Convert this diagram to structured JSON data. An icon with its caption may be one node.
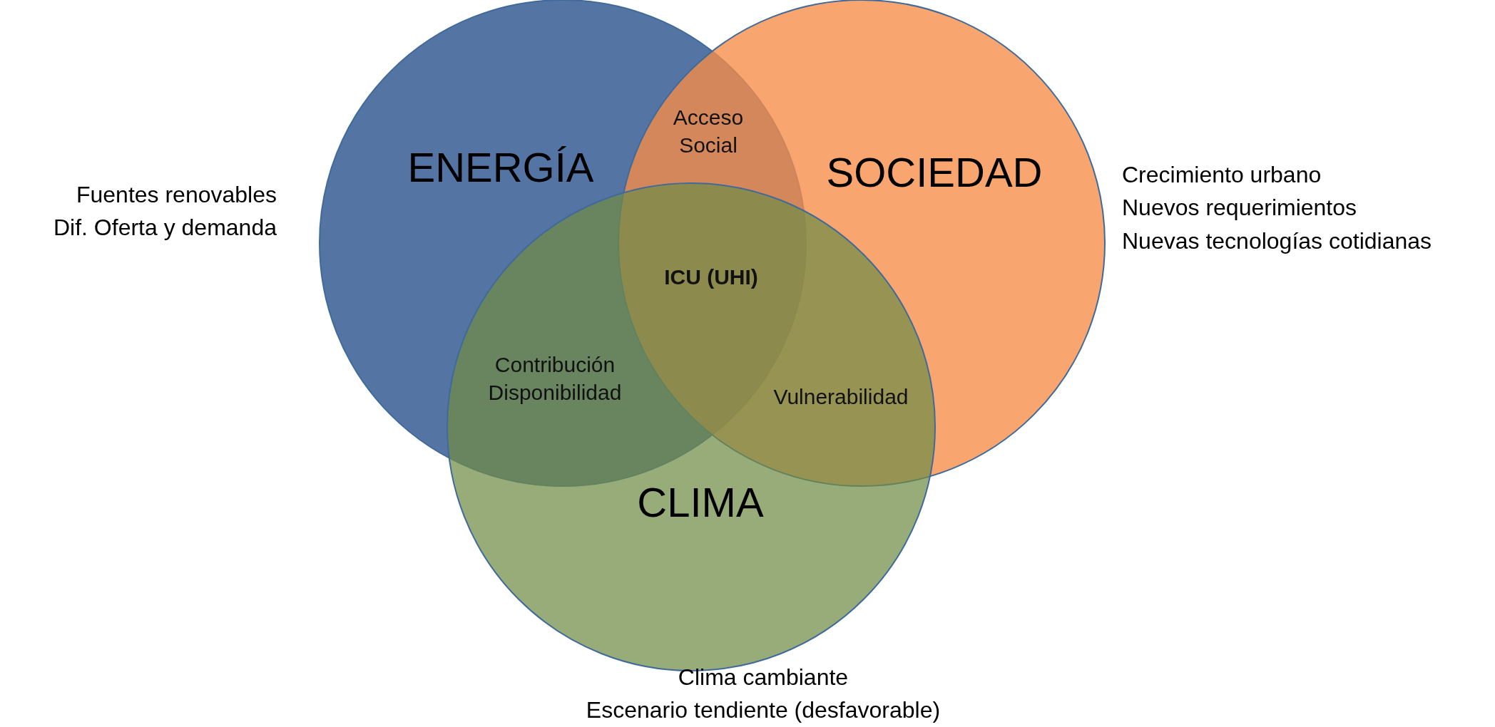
{
  "diagram": {
    "nodes": [
      {
        "text": [
          "ENERGÍA"
        ],
        "beside": [
          "Fuentes renovables",
          "Dif. Oferta y demanda"
        ]
      },
      {
        "text": [
          "SOCIEDAD"
        ],
        "beside": [
          "Crecimiento urbano",
          "Nuevos requerimientos",
          "Nuevas tecnologías cotidianas"
        ]
      },
      {
        "text": [
          "CLIMA"
        ],
        "beside": [
          "Clima cambiante",
          "Escenario tendiente (desfavorable)"
        ]
      }
    ],
    "labels": [
      "Acceso Social",
      "ICU (UHI)",
      "Contribución Disponibilidad",
      "Vulnerabilidad"
    ]
  }
}
